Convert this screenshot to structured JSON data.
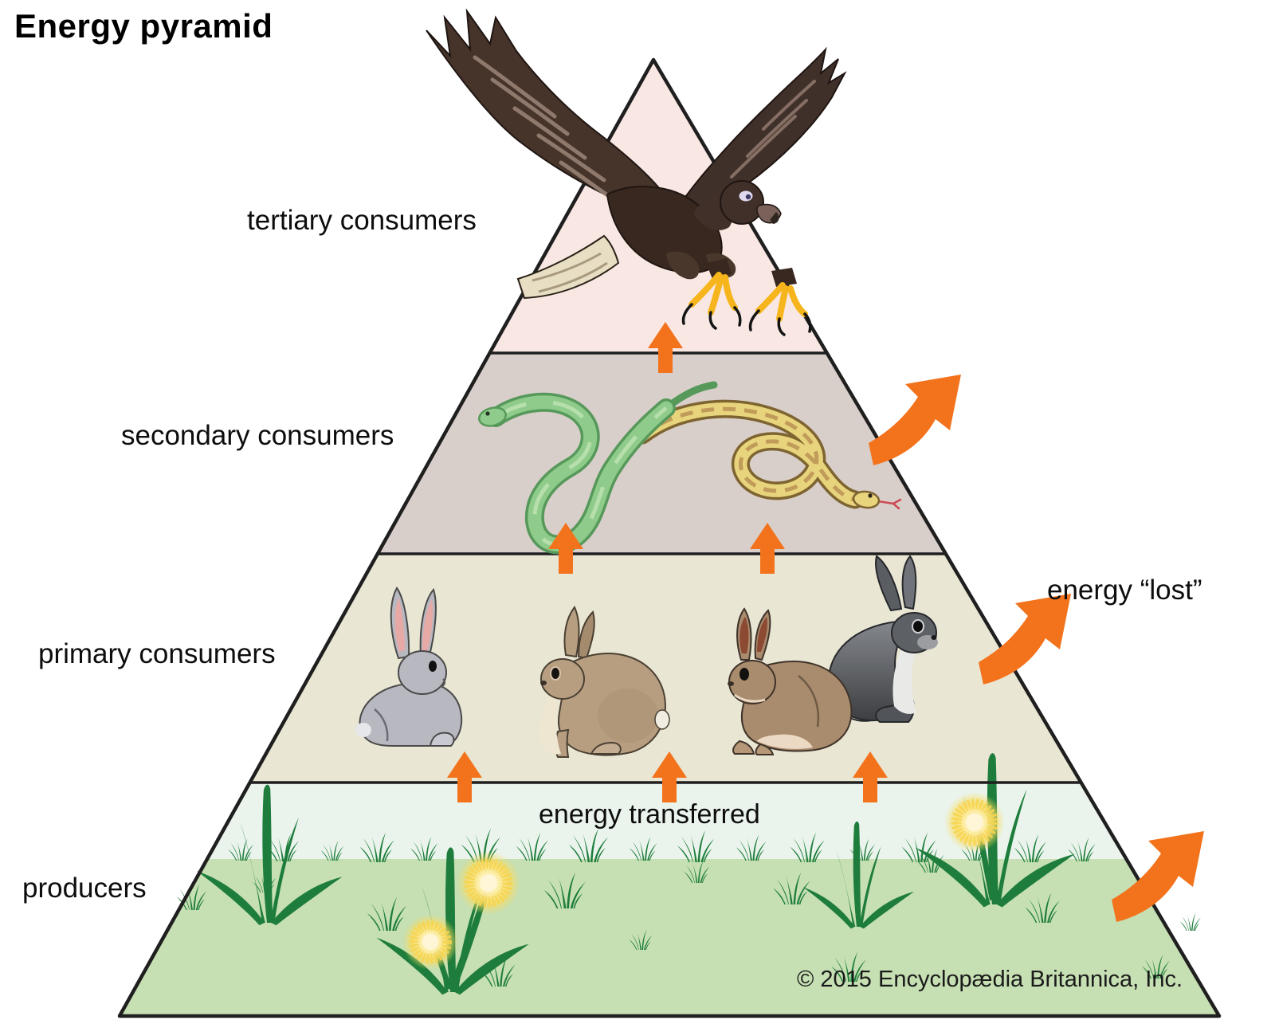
{
  "title": "Energy pyramid",
  "pyramid": {
    "levels": [
      {
        "id": "tertiary-consumers",
        "label": "tertiary consumers",
        "band_color": "#f9e7e3",
        "organisms": [
          "eagle"
        ]
      },
      {
        "id": "secondary-consumers",
        "label": "secondary consumers",
        "band_color": "#d9cfca",
        "organisms": [
          "green snake",
          "yellow snake"
        ]
      },
      {
        "id": "primary-consumers",
        "label": "primary consumers",
        "band_color": "#e9e6d3",
        "organisms": [
          "gray rabbit",
          "tan hare",
          "brown rabbit",
          "dark gray rabbit"
        ]
      },
      {
        "id": "producers",
        "label": "producers",
        "band_color": "#c6dfb3",
        "sky_color": "#eaf4ec",
        "organisms": [
          "grass",
          "dandelions"
        ]
      }
    ]
  },
  "annotations": {
    "energy_transferred": "energy transferred",
    "energy_lost": "energy “lost”"
  },
  "flow": {
    "arrow_color": "#f3731d",
    "upward_arrow_count": 6,
    "lost_arrow_count": 3
  },
  "colors": {
    "outline": "#1f1f1f",
    "grass": "#1e7d3c",
    "background": "#ffffff"
  },
  "copyright": "© 2015 Encyclopædia Britannica, Inc."
}
